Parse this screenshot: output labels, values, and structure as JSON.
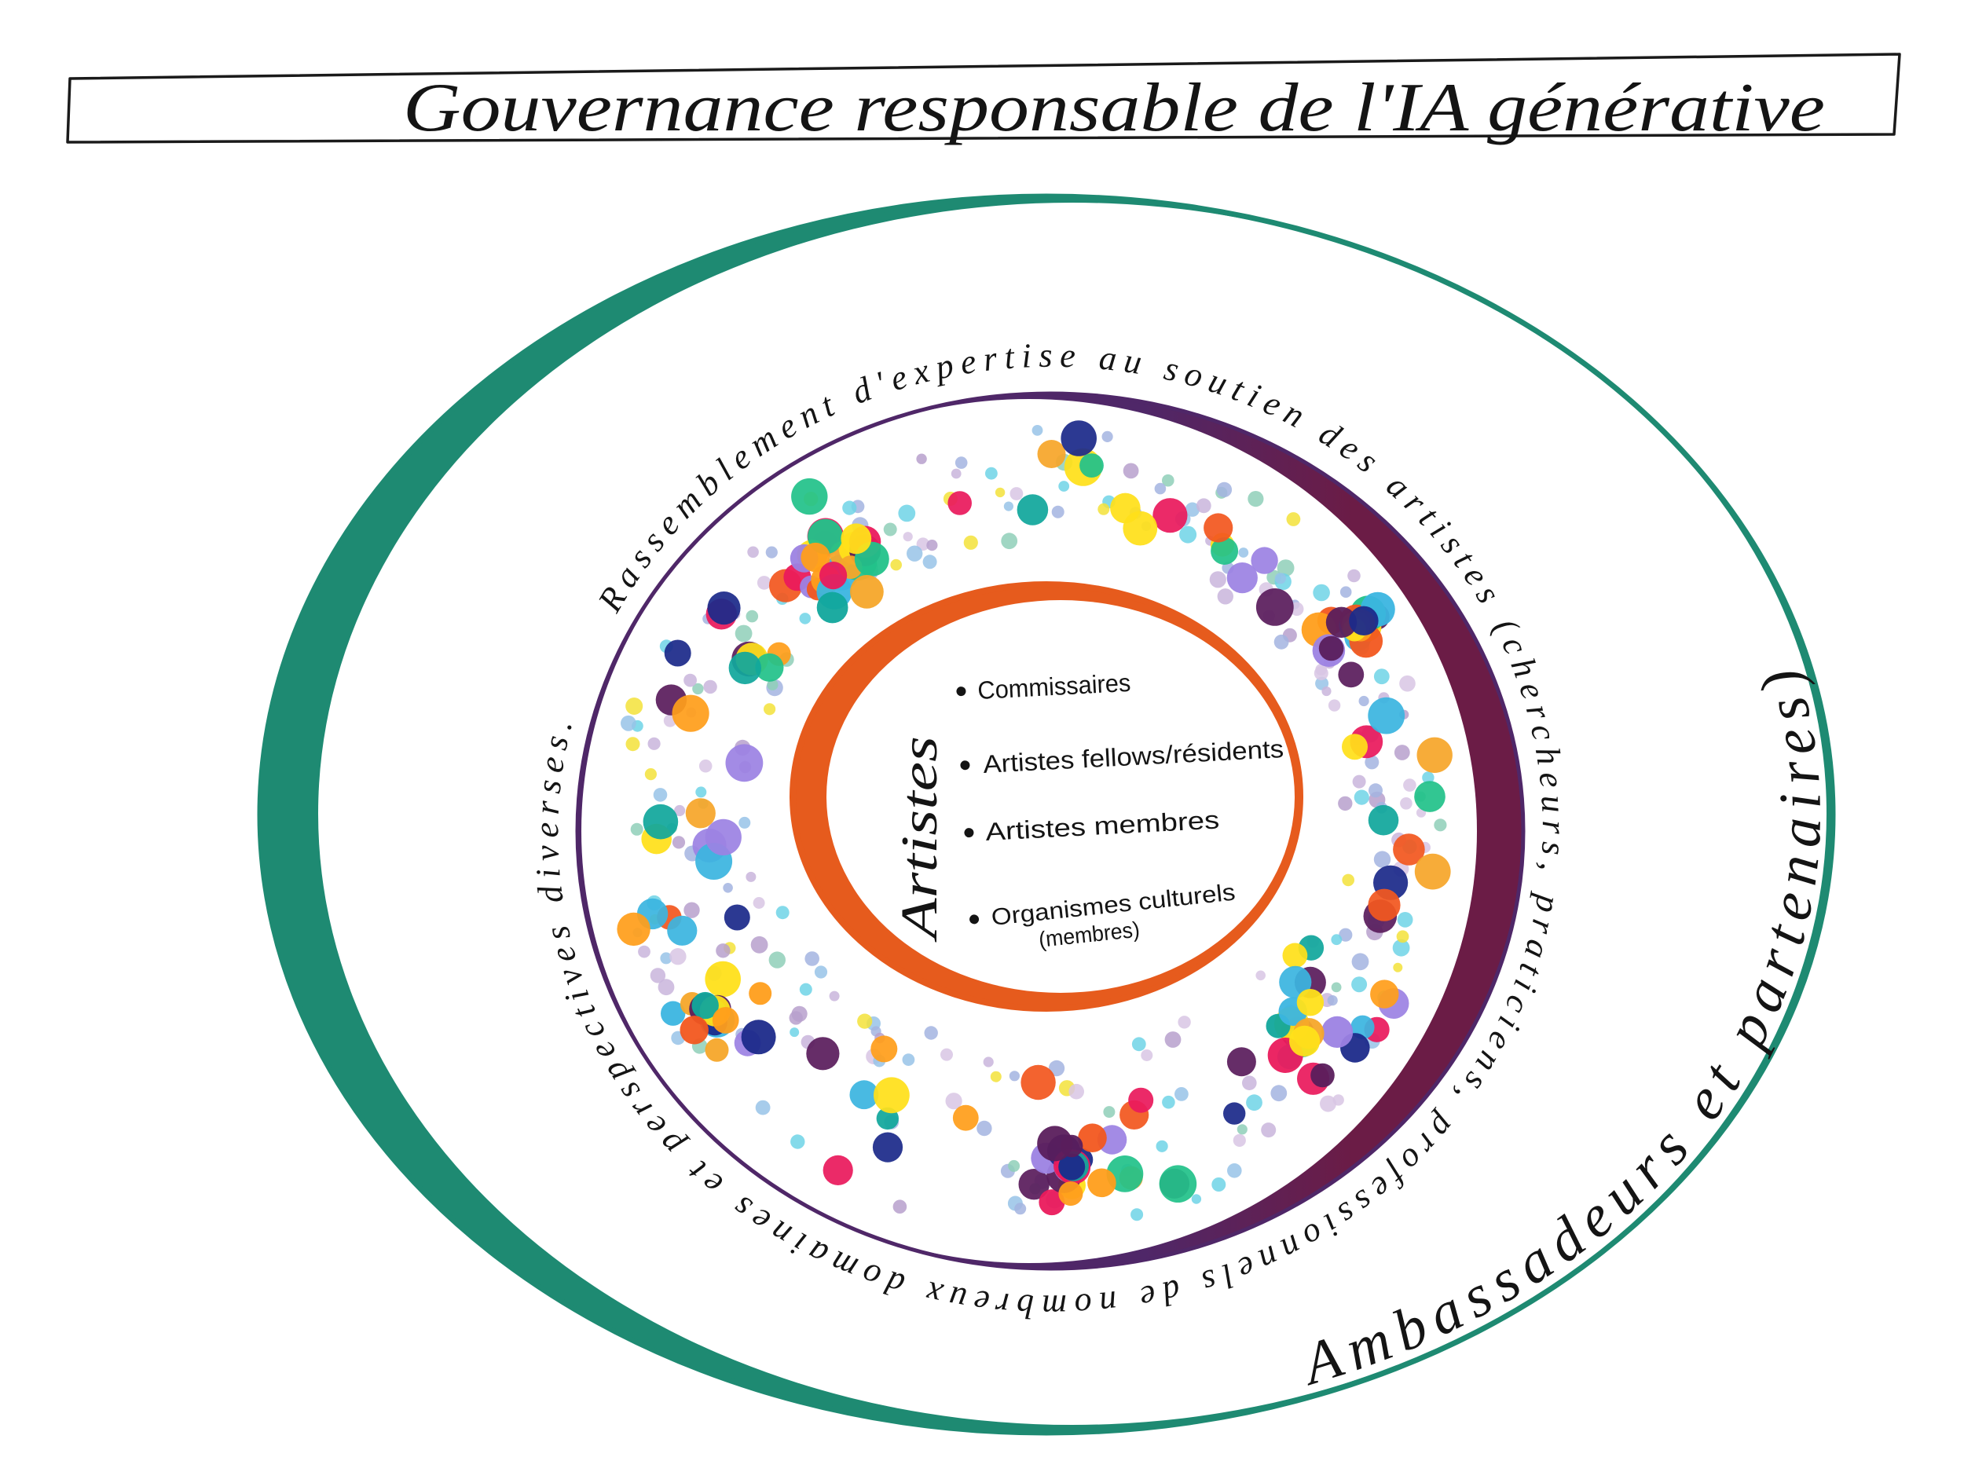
{
  "title": "Gouvernance responsable de l'IA générative",
  "outer_ring": {
    "label": "Ambassadeurs et partenaires)",
    "color": "#1e8a72"
  },
  "middle_ring": {
    "label": "Rassemblement d'expertise au soutien des artistes (chercheurs, praticiens, professionnels de nombreux domaines et perspectives diverses.",
    "color": "#4f2768",
    "accent_color": "#6b1c46"
  },
  "inner_ring": {
    "label": "Artistes",
    "color": "#e65b1d",
    "items": [
      {
        "text": "Commissaires"
      },
      {
        "text": "Artistes fellows/résidents"
      },
      {
        "text": "Artistes membres"
      },
      {
        "text": "Organismes culturels",
        "subtext": "(membres)"
      }
    ]
  },
  "dot_colors": {
    "small": [
      "#b7a0cc",
      "#a3b4e0",
      "#c9b5dc",
      "#6fd3e6",
      "#f3e23a",
      "#98c3e8",
      "#8fcfb8",
      "#d8c6e4"
    ],
    "bright": [
      "#f2571f",
      "#ffe01a",
      "#ff9e1b",
      "#1c2a8a",
      "#11a79c",
      "#ea1a5c",
      "#9c82e3",
      "#5a1d5c",
      "#22c28a",
      "#f6a62a",
      "#3bb5e0"
    ]
  }
}
